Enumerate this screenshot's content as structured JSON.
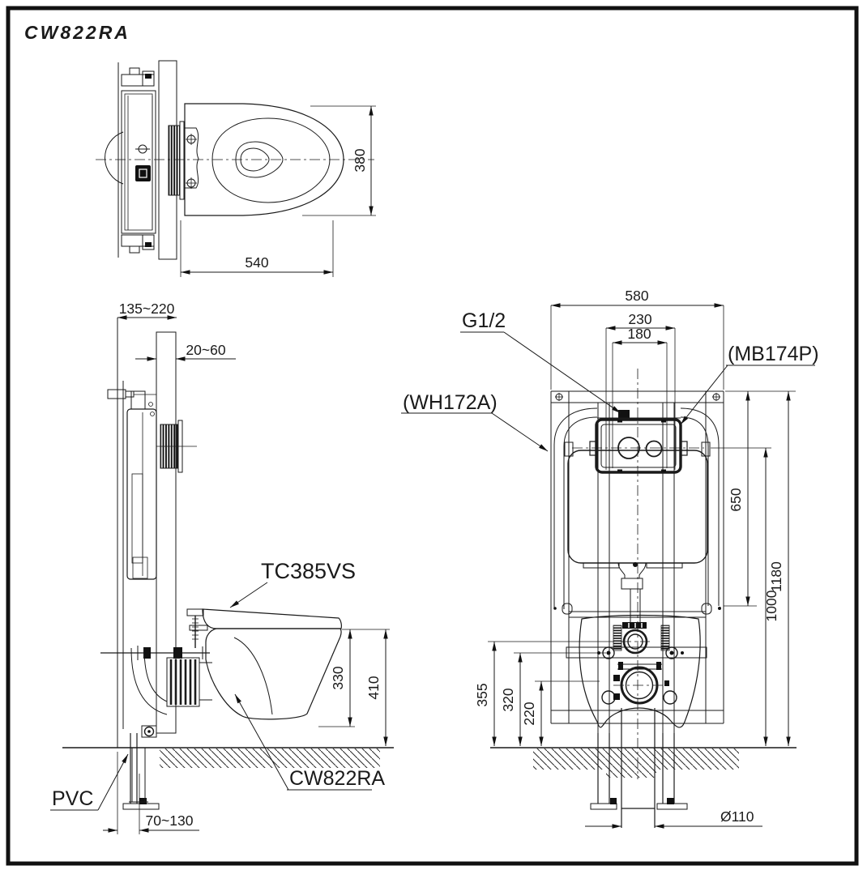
{
  "title": "CW822RA",
  "top_view": {
    "dims": {
      "seat_width": "380",
      "bowl_length": "540"
    }
  },
  "side_view": {
    "dims": {
      "frame_depth_range": "135~220",
      "finish_thickness_range": "20~60",
      "bowl_height": "330",
      "rim_height": "410",
      "outlet_offset_range": "70~130"
    },
    "labels": {
      "seat_model": "TC385VS",
      "bowl_model": "CW822RA",
      "drain_material": "PVC"
    }
  },
  "front_view": {
    "dims": {
      "frame_width": "580",
      "tank_width": "230",
      "button_width": "180",
      "top_height": "650",
      "bracket_height": "1000",
      "frame_height": "1180",
      "inlet_height": "355",
      "bolt_height": "320",
      "outlet_height": "220",
      "drain_diameter": "Ø110"
    },
    "labels": {
      "supply_thread": "G1/2",
      "frame_model": "(WH172A)",
      "panel_model": "(MB174P)"
    }
  }
}
